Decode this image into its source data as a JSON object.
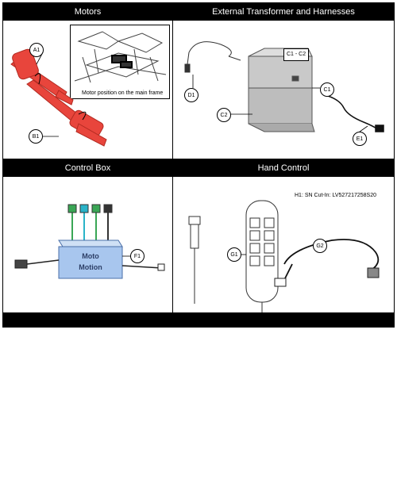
{
  "sections": {
    "motors": {
      "title": "Motors",
      "inset_caption": "Motor position on the main frame",
      "callouts": [
        "A1",
        "B1"
      ]
    },
    "transformer": {
      "title": "External Transformer and Harnesses",
      "callouts": [
        "D1",
        "C1 - C2",
        "C1",
        "C2",
        "E1"
      ]
    },
    "control_box": {
      "title": "Control Box",
      "logo_text": "Moto Motion",
      "callouts": [
        "F1"
      ]
    },
    "hand_control": {
      "title": "Hand Control",
      "note": "H1: SN Cut-In: LV527217258S20",
      "callouts": [
        "G1",
        "G2"
      ]
    }
  },
  "colors": {
    "motor_red": "#e8453c",
    "header_black": "#000000",
    "cable_green": "#3aa655",
    "cable_cyan": "#2ab3c8",
    "box_blue": "#7fa9e0",
    "remote_dark": "#2c3e66"
  }
}
